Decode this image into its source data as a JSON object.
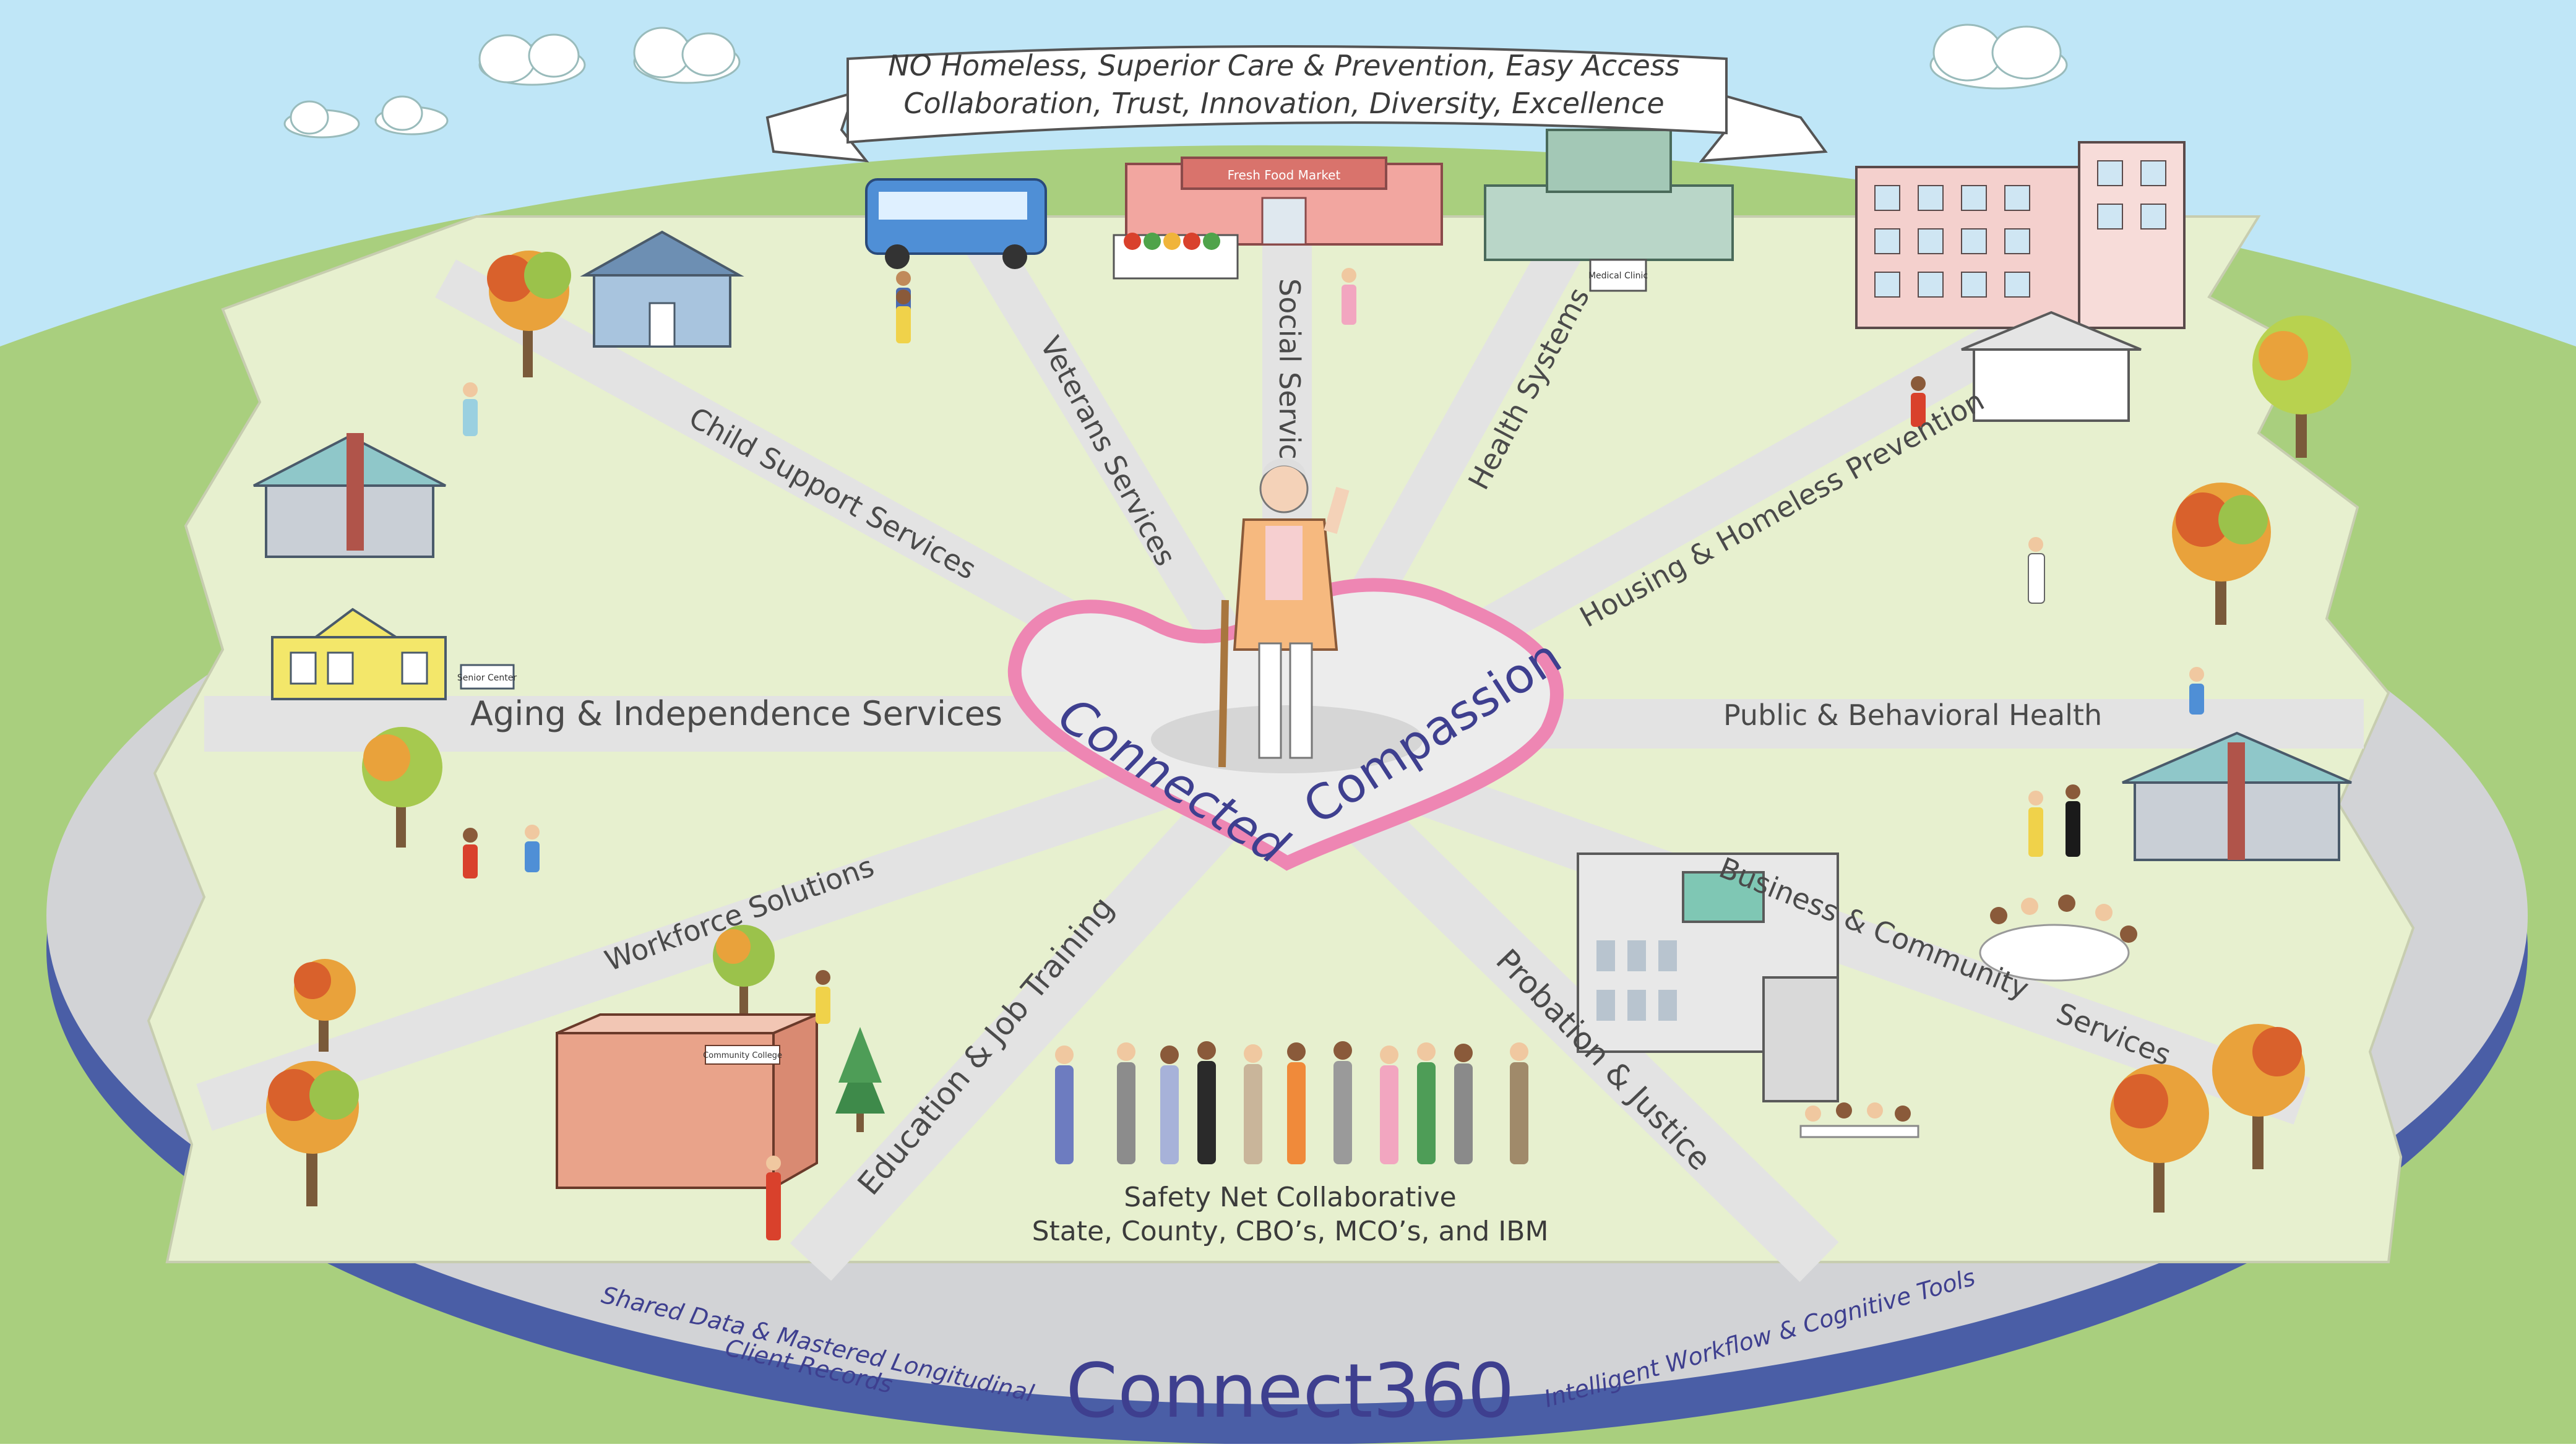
{
  "banner": {
    "line1": "NO Homeless, Superior Care & Prevention, Easy Access",
    "line2": "Collaboration, Trust, Innovation, Diversity, Excellence"
  },
  "center": {
    "word1": "Connected",
    "word2": "Compassion"
  },
  "services": {
    "child_support": "Child Support Services",
    "veterans": "Veterans Services",
    "social": "Social Services",
    "health_systems": "Health Systems",
    "housing": "Housing & Homeless Prevention",
    "aging": "Aging & Independence Services",
    "public_health": "Public & Behavioral Health",
    "workforce": "Workforce Solutions",
    "education": "Education & Job Training",
    "probation": "Probation & Justice",
    "business": "Business & Community",
    "business_2": "Services"
  },
  "collaborative": {
    "line1": "Safety Net Collaborative",
    "line2": "State, County, CBO’s, MCO’s, and IBM"
  },
  "platform": {
    "name": "Connect360",
    "left_1": "Shared Data & Mastered Longitudinal",
    "left_2": "Client Records",
    "right": "Intelligent Workflow & Cognitive Tools"
  },
  "signs": {
    "market": "Fresh Food Market",
    "clinic": "Medical Clinic",
    "college": "Community College",
    "senior": "Senior Center"
  },
  "colors": {
    "sky": "#bfe6f7",
    "grass": "#a9cf7e",
    "platform_top": "#e7f0cf",
    "road": "#e3e3e3",
    "platform_edge": "#4a5ea6",
    "heart": "#ee86b3",
    "text_dark": "#3b3b3b",
    "brand_text": "#3e3f8f"
  }
}
